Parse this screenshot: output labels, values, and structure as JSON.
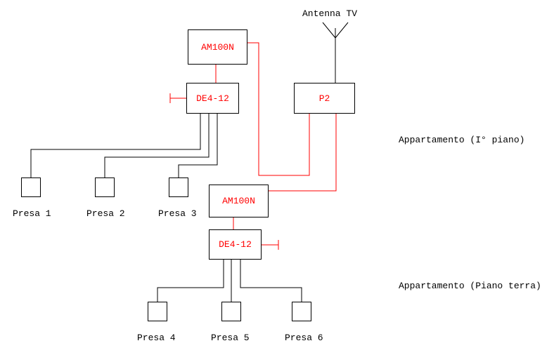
{
  "diagram": {
    "antenna_label": "Antenna TV",
    "boxes": {
      "amplifier_first_floor": "AM100N",
      "splitter_first_floor": "DE4-12",
      "splitter_main": "P2",
      "amplifier_ground_floor": "AM100N",
      "splitter_ground_floor": "DE4-12"
    },
    "outlets": [
      "Presa 1",
      "Presa 2",
      "Presa 3",
      "Presa 4",
      "Presa 5",
      "Presa 6"
    ],
    "annotations": {
      "first_floor": "Appartamento (I° piano)",
      "ground_floor": "Appartamento (Piano terra)"
    },
    "colors": {
      "wire_black": "#000000",
      "wire_red": "#ff0000",
      "box_border": "#000000",
      "box_label": "#ff0000",
      "text": "#000000",
      "background": "#ffffff"
    }
  }
}
